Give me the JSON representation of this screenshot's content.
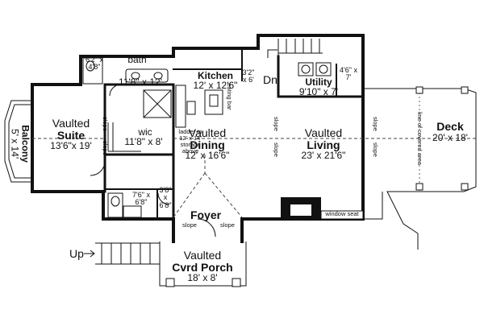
{
  "rooms": {
    "bath": {
      "name": "bath",
      "dims": "11'8\" x 12'"
    },
    "small_bath_top": {
      "dims": "6'2\" x 4'8\""
    },
    "wic": {
      "name": "wic",
      "dims": "11'8\" x 8'"
    },
    "kitchen": {
      "name": "Kitchen",
      "dims": "12' x 12'6\""
    },
    "pantry": {
      "dims": "3'2\" x 6'"
    },
    "utility": {
      "name": "Utility",
      "dims": "9'10\" x 7'"
    },
    "closet_util": {
      "dims": "4'6\" x 7'"
    },
    "suite": {
      "line1": "Vaulted",
      "line2": "Suite",
      "dims": "13'6\"x 19'"
    },
    "balcony": {
      "name": "Balcony",
      "dims": "5' x 14'"
    },
    "dining": {
      "line1": "Vaulted",
      "line2": "Dining",
      "dims": "12' x 16'6\""
    },
    "living": {
      "line1": "Vaulted",
      "line2": "Living",
      "dims": "23' x 21'6\""
    },
    "deck": {
      "name": "Deck",
      "dims": "20' x 18'"
    },
    "foyer": {
      "name": "Foyer"
    },
    "porch": {
      "line1": "Vaulted",
      "line2": "Cvrd Porch",
      "dims": "18' x 8'"
    },
    "half_bath": {
      "dims": "7'6\" x 6'8\""
    },
    "closet_foyer": {
      "dims": "3'8\" x 6'8\""
    }
  },
  "annotations": {
    "dn": "Dn",
    "up": "Up",
    "eating_bar": "eating bar",
    "ladder": "ladder to 12' x 14' storage above",
    "window_seat": "window seat",
    "covered_area": "line of covered area",
    "slope": "slope"
  }
}
